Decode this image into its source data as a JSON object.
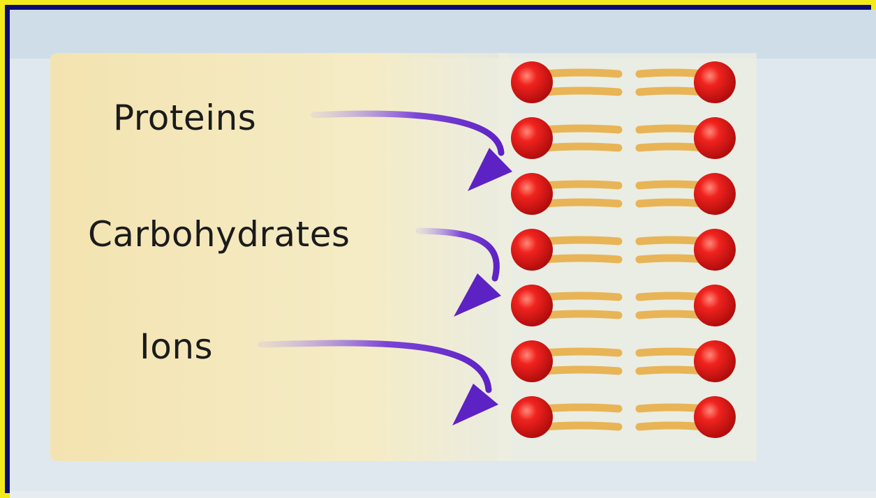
{
  "labels": {
    "proteins": "Proteins",
    "carbohydrates": "Carbohydrates",
    "ions": "Ions"
  },
  "membrane": {
    "rows": 7,
    "layers": 2
  },
  "colors": {
    "frame_border": "#f2ea1a",
    "frame_background": "#0b0b72",
    "page_background": "#dce7ee",
    "highlight_region": "#f1e6b8",
    "phosphate_head": "#e51a1a",
    "lipid_tail": "#e8b455",
    "arrow": "#6a2ec9",
    "label_text": "#1b1b1b"
  }
}
